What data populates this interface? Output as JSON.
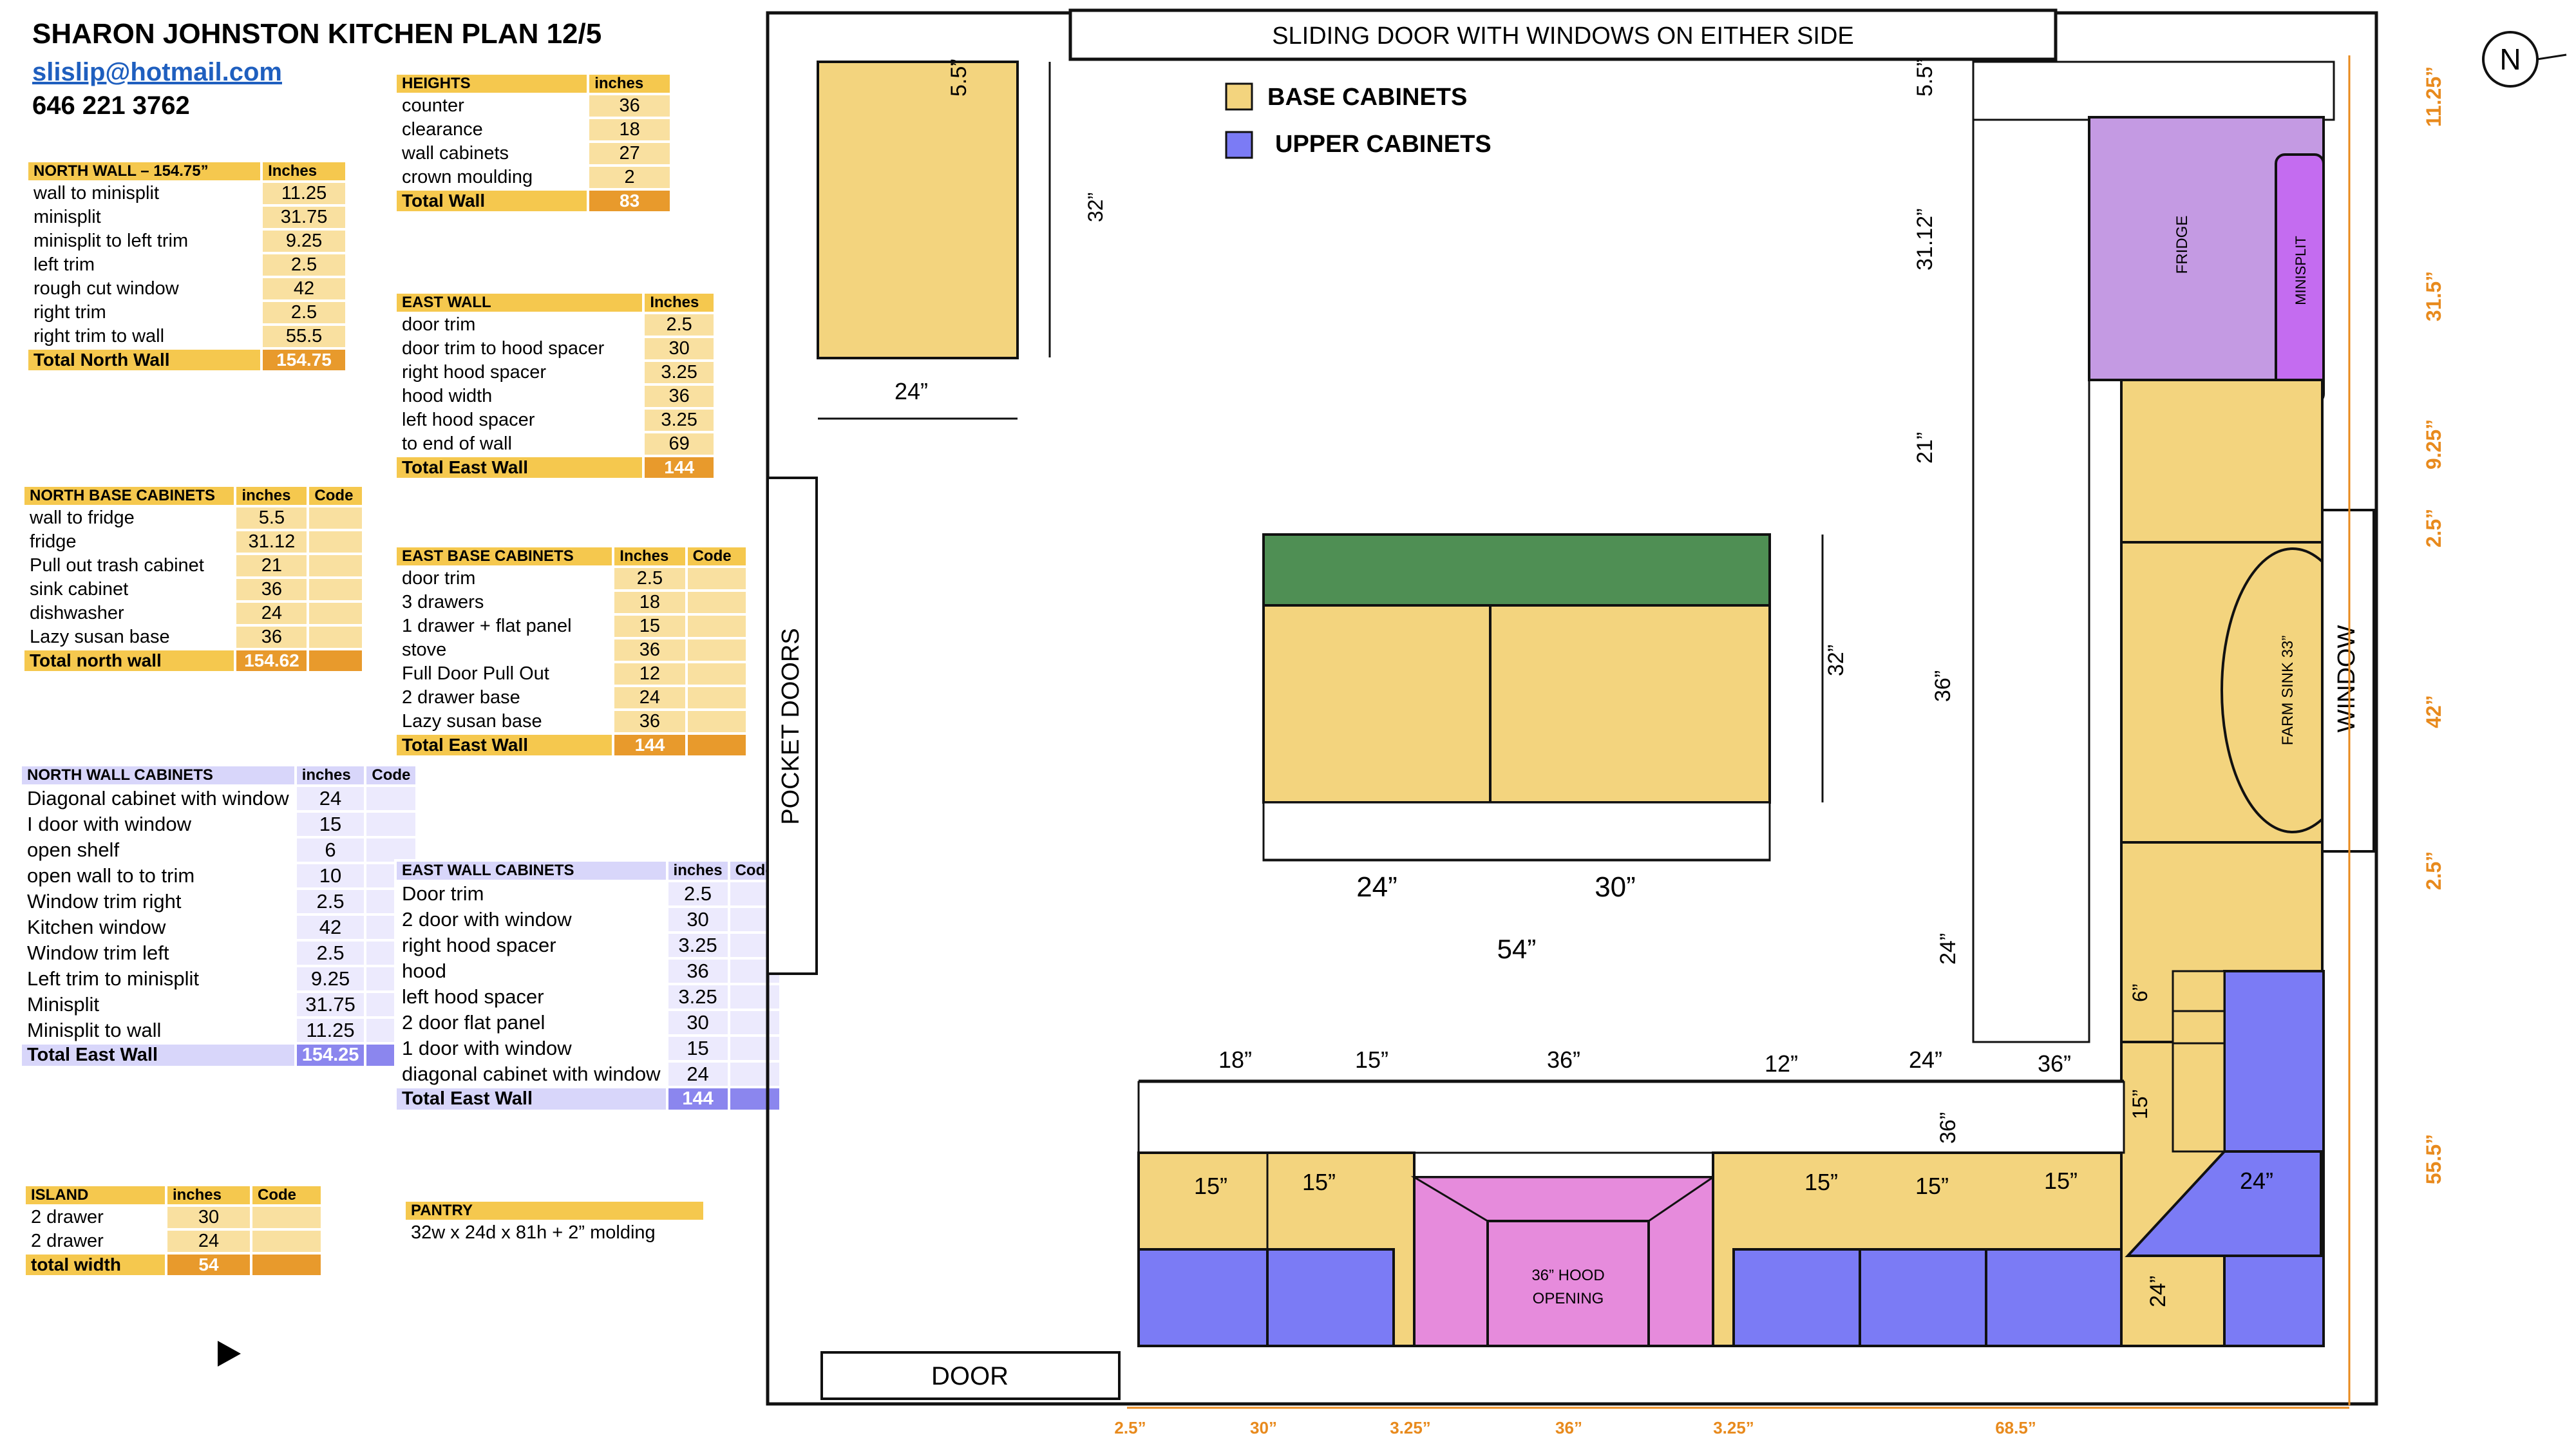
{
  "header": {
    "title": "SHARON JOHNSTON KITCHEN PLAN 12/5",
    "email": "slislip@hotmail.com",
    "phone": "646 221 3762"
  },
  "tables": {
    "heights": {
      "head": [
        "HEIGHTS",
        "inches"
      ],
      "rows": [
        [
          "counter",
          "36"
        ],
        [
          "clearance",
          "18"
        ],
        [
          "wall cabinets",
          "27"
        ],
        [
          "crown moulding",
          "2"
        ]
      ],
      "total": [
        "Total Wall",
        "83"
      ]
    },
    "north_wall": {
      "head": [
        "NORTH WALL – 154.75”",
        "Inches"
      ],
      "rows": [
        [
          "wall to minisplit",
          "11.25"
        ],
        [
          "minisplit",
          "31.75"
        ],
        [
          "minisplit to left trim",
          "9.25"
        ],
        [
          "left trim",
          "2.5"
        ],
        [
          "rough cut window",
          "42"
        ],
        [
          "right trim",
          "2.5"
        ],
        [
          "right trim to wall",
          "55.5"
        ]
      ],
      "total": [
        "Total North Wall",
        "154.75"
      ]
    },
    "east_wall": {
      "head": [
        "EAST WALL",
        "Inches"
      ],
      "rows": [
        [
          "door trim",
          "2.5"
        ],
        [
          "door trim to hood spacer",
          "30"
        ],
        [
          "right hood spacer",
          "3.25"
        ],
        [
          "hood width",
          "36"
        ],
        [
          "left hood spacer",
          "3.25"
        ],
        [
          "to end of wall",
          "69"
        ]
      ],
      "total": [
        "Total East Wall",
        "144"
      ]
    },
    "north_base": {
      "head": [
        "NORTH BASE CABINETS",
        "inches",
        "Code"
      ],
      "rows": [
        [
          "wall to fridge",
          "5.5",
          ""
        ],
        [
          "fridge",
          "31.12",
          ""
        ],
        [
          "Pull out trash cabinet",
          "21",
          ""
        ],
        [
          "sink cabinet",
          "36",
          ""
        ],
        [
          "dishwasher",
          "24",
          ""
        ],
        [
          "Lazy susan base",
          "36",
          ""
        ]
      ],
      "total": [
        "Total north wall",
        "154.62",
        ""
      ]
    },
    "east_base": {
      "head": [
        "EAST BASE CABINETS",
        "Inches",
        "Code"
      ],
      "rows": [
        [
          "door trim",
          "2.5",
          ""
        ],
        [
          "3 drawers",
          "18",
          ""
        ],
        [
          "1 drawer + flat panel",
          "15",
          ""
        ],
        [
          "stove",
          "36",
          ""
        ],
        [
          "Full Door Pull Out",
          "12",
          ""
        ],
        [
          "2 drawer base",
          "24",
          ""
        ],
        [
          "Lazy susan base",
          "36",
          ""
        ]
      ],
      "total": [
        "Total East Wall",
        "144",
        ""
      ]
    },
    "north_wall_cabinets": {
      "head": [
        "NORTH WALL CABINETS",
        "inches",
        "Code"
      ],
      "rows": [
        [
          "Diagonal  cabinet with window",
          "24",
          ""
        ],
        [
          "I door with window",
          "15",
          ""
        ],
        [
          "open shelf",
          "6",
          ""
        ],
        [
          "open wall to to trim",
          "10",
          ""
        ],
        [
          "Window trim right",
          "2.5",
          ""
        ],
        [
          "Kitchen window",
          "42",
          ""
        ],
        [
          "Window trim left",
          "2.5",
          ""
        ],
        [
          "Left trim to minisplit",
          "9.25",
          ""
        ],
        [
          "Minisplit",
          "31.75",
          ""
        ],
        [
          "Minisplit to wall",
          "11.25",
          ""
        ]
      ],
      "total": [
        "Total East Wall",
        "154.25",
        ""
      ]
    },
    "east_wall_cabinets": {
      "head": [
        "EAST WALL CABINETS",
        "inches",
        "Code"
      ],
      "rows": [
        [
          "Door trim",
          "2.5",
          ""
        ],
        [
          "2 door with window",
          "30",
          ""
        ],
        [
          "right hood spacer",
          "3.25",
          ""
        ],
        [
          "hood",
          "36",
          ""
        ],
        [
          "left hood spacer",
          "3.25",
          ""
        ],
        [
          "2 door flat panel",
          "30",
          ""
        ],
        [
          "1 door with window",
          "15",
          ""
        ],
        [
          "diagonal  cabinet with window",
          "24",
          ""
        ]
      ],
      "total": [
        "Total East Wall",
        "144",
        ""
      ]
    },
    "island": {
      "head": [
        "ISLAND",
        "inches",
        "Code"
      ],
      "rows": [
        [
          "2 drawer",
          "30",
          ""
        ],
        [
          "2 drawer",
          "24",
          ""
        ]
      ],
      "total": [
        "total width",
        "54",
        ""
      ]
    },
    "pantry": {
      "head": [
        "PANTRY"
      ],
      "value": "32w x 24d x 81h + 2” molding"
    }
  },
  "plan": {
    "colors": {
      "base": "#f3d47e",
      "upper": "#7b7bf5",
      "fridge": "#c49ae3",
      "minisplit": "#c46cf0",
      "hood": "#e68bdc",
      "island_top": "#4f8f54",
      "dim": "#e88a1d"
    },
    "sliding_door": "SLIDING DOOR WITH WINDOWS ON EITHER SIDE",
    "legend_base": "BASE CABINETS",
    "legend_upper": "UPPER CABINETS",
    "compass": "N",
    "pocket_doors": "POCKET DOORS",
    "door": "DOOR",
    "window": "WINDOW",
    "fridge": "FRIDGE",
    "minisplit": "MINISPLIT",
    "farm_sink": "FARM SINK 33”",
    "hood_opening_1": "36” HOOD",
    "hood_opening_2": "OPENING",
    "dims": {
      "pantry_h": "32”",
      "pantry_w": "24”",
      "island_depth": "32”",
      "island_24": "24”",
      "island_30": "30”",
      "island_total": "54”",
      "v_5_5": "5.5”",
      "v_31_12": "31.12”",
      "v_21": "21”",
      "v_36": "36”",
      "v_24": "24”",
      "v_36b": "36”",
      "v_6": "6”",
      "v_15": "15”",
      "v_24b": "24”",
      "t_18": "18”",
      "t_15": "15”",
      "t_36": "36”",
      "t_12": "12”",
      "t_24": "24”",
      "t_36b": "36”",
      "c_15a": "15”",
      "c_15b": "15”",
      "c_15c": "15”",
      "c_15d": "15”",
      "c_15e": "15”",
      "c_24": "24”"
    },
    "orange_right": [
      "11.25”",
      "31.5”",
      "9.25”",
      "2.5”",
      "42”",
      "2.5”",
      "55.5”"
    ],
    "orange_bottom": [
      "2.5”",
      "30”",
      "3.25”",
      "36”",
      "3.25”",
      "68.5”"
    ]
  }
}
